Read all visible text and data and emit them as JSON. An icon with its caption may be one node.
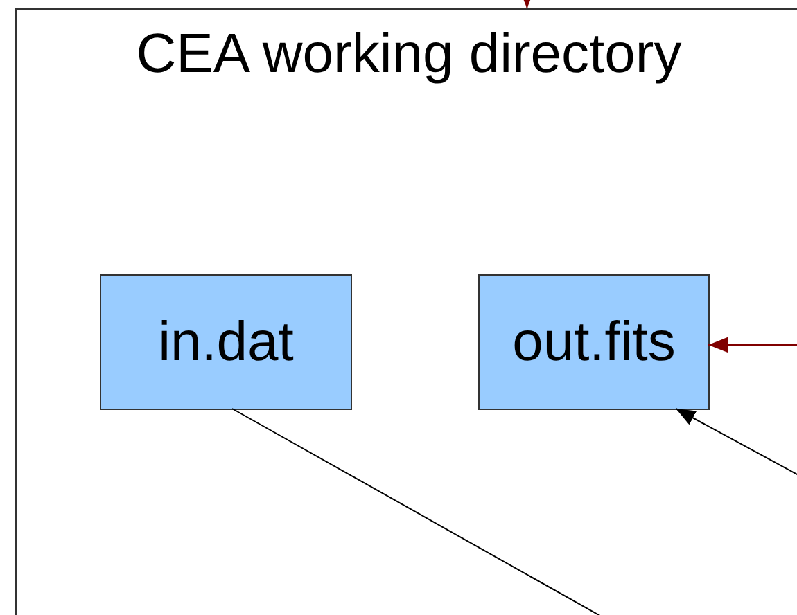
{
  "diagram": {
    "nodes": [
      {
        "text": [
          "CEA working directory"
        ]
      },
      {
        "text": [
          "in.dat"
        ],
        "in": 0
      },
      {
        "text": [
          "out.fits"
        ],
        "in": 0
      }
    ],
    "edges": [
      {
        "from": null,
        "to": 0,
        "arrow": "to",
        "color": "#800000"
      },
      {
        "from": null,
        "to": 2,
        "arrow": "to",
        "color": "#800000"
      },
      {
        "from": null,
        "to": 2,
        "arrow": "to",
        "color": "#000000"
      },
      {
        "from": 1,
        "to": null,
        "arrow": "none",
        "color": "#000000"
      }
    ]
  }
}
